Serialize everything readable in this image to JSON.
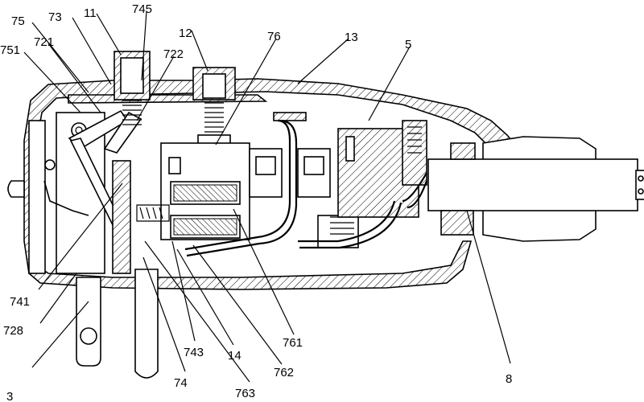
{
  "labels": {
    "l75": "75",
    "l73": "73",
    "l11": "11",
    "l745": "745",
    "l12": "12",
    "l76": "76",
    "l13": "13",
    "l5": "5",
    "l721": "721",
    "l751": "751",
    "l722": "722",
    "l741": "741",
    "l728": "728",
    "l3": "3",
    "l74": "74",
    "l743": "743",
    "l14": "14",
    "l763": "763",
    "l762": "762",
    "l761": "761",
    "l8": "8"
  }
}
